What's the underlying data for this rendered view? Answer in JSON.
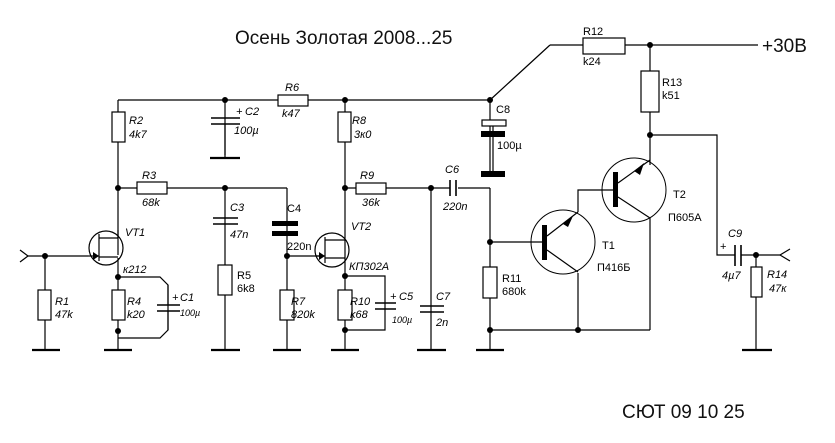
{
  "title": "Осень Золотая 2008...25",
  "footer": "СЮТ 09 10 25",
  "supply_label": "+30В",
  "components": {
    "R1": {
      "name": "R1",
      "value": "47k"
    },
    "R2": {
      "name": "R2",
      "value": "4k7"
    },
    "R3": {
      "name": "R3",
      "value": "68k"
    },
    "R4": {
      "name": "R4",
      "value": "k20"
    },
    "R5": {
      "name": "R5",
      "value": "6k8"
    },
    "R6": {
      "name": "R6",
      "value": "k47"
    },
    "R7": {
      "name": "R7",
      "value": "820k"
    },
    "R8": {
      "name": "R8",
      "value": "3к0"
    },
    "R9": {
      "name": "R9",
      "value": "36k"
    },
    "R10": {
      "name": "R10",
      "value": "k68"
    },
    "R11": {
      "name": "R11",
      "value": "680k"
    },
    "R12": {
      "name": "R12",
      "value": "k24"
    },
    "R13": {
      "name": "R13",
      "value": "k51"
    },
    "R14": {
      "name": "R14",
      "value": "47к"
    },
    "C1": {
      "name": "C1",
      "value": "100µ",
      "polarity": "+"
    },
    "C2": {
      "name": "C2",
      "value": "100µ",
      "polarity": "+"
    },
    "C3": {
      "name": "C3",
      "value": "47n"
    },
    "C4": {
      "name": "C4",
      "value": "220n"
    },
    "C5": {
      "name": "C5",
      "value": "100µ",
      "polarity": "+"
    },
    "C6": {
      "name": "C6",
      "value": "220n"
    },
    "C7": {
      "name": "C7",
      "value": "2n"
    },
    "C8": {
      "name": "C8",
      "value": "100µ"
    },
    "C9": {
      "name": "C9",
      "value": "4µ7",
      "polarity": "+"
    },
    "VT1": {
      "name": "VT1",
      "value": "к212"
    },
    "VT2": {
      "name": "VT2",
      "value": "КП302А"
    },
    "T1": {
      "name": "T1",
      "value": "П416Б"
    },
    "T2": {
      "name": "T2",
      "value": "П605А"
    }
  }
}
